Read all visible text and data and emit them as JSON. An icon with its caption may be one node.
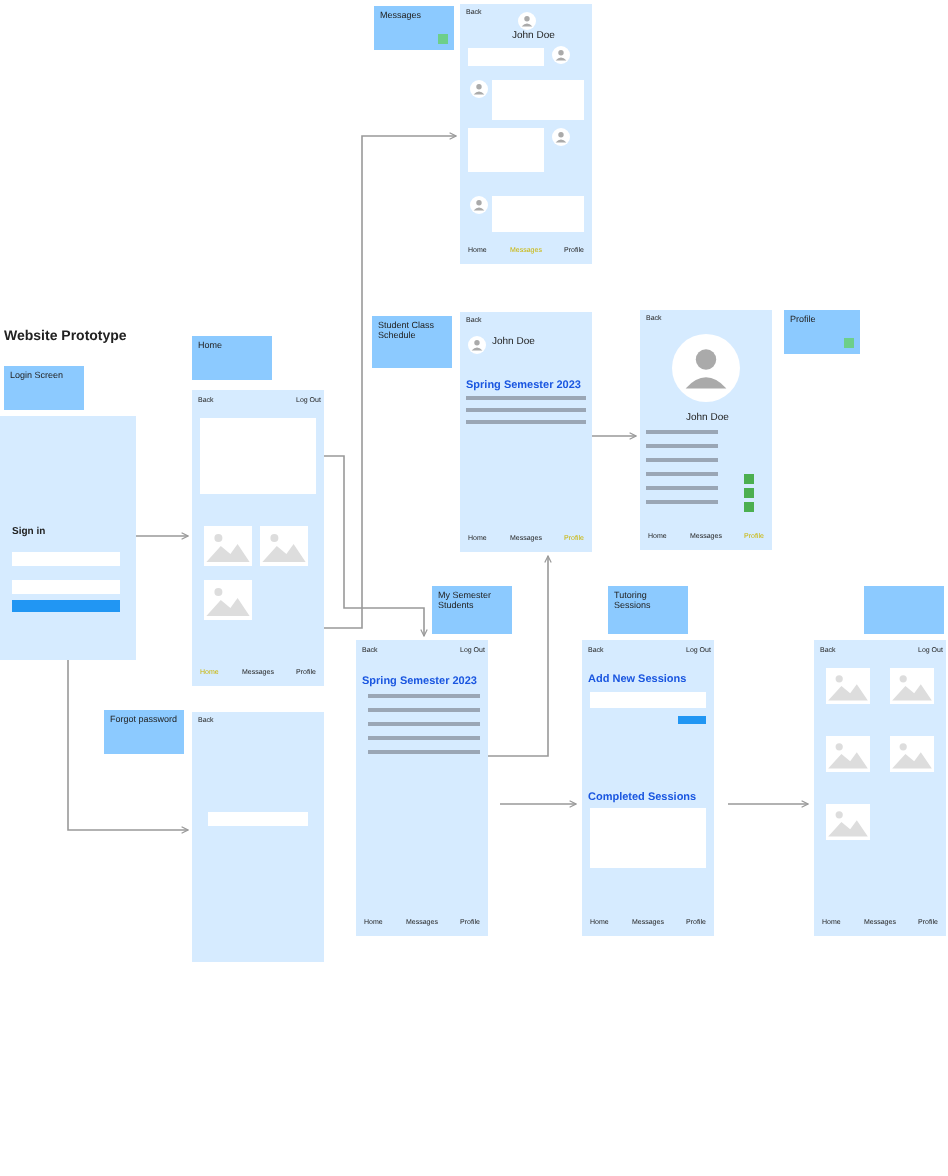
{
  "diagram": {
    "title": "Website Prototype",
    "nodes": [
      {
        "text": [
          "Login Screen"
        ]
      },
      {
        "text": [
          "Sign in"
        ]
      },
      {
        "text": [
          "Home"
        ]
      },
      {
        "text": [
          "Back",
          "Log Out",
          "Home",
          "Messages",
          "Profile"
        ]
      },
      {
        "text": [
          "Messages"
        ]
      },
      {
        "text": [
          "Back",
          "John Doe",
          "Home",
          "Messages",
          "Profile"
        ]
      },
      {
        "text": [
          "Student Class Schedule"
        ]
      },
      {
        "text": [
          "Back",
          "John Doe",
          "Spring Semester 2023",
          "Home",
          "Messages",
          "Profile"
        ]
      },
      {
        "text": [
          "Back",
          "John Doe",
          "Home",
          "Messages",
          "Profile"
        ]
      },
      {
        "text": [
          "Profile"
        ]
      },
      {
        "text": [
          "My Semester Students"
        ]
      },
      {
        "text": [
          "Back",
          "Log Out",
          "Spring Semester 2023",
          "Home",
          "Messages",
          "Profile"
        ]
      },
      {
        "text": [
          "Forgot password"
        ]
      },
      {
        "text": [
          "Back"
        ]
      },
      {
        "text": [
          "Tutoring Sessions"
        ]
      },
      {
        "text": [
          "Back",
          "Log Out",
          "Add New Sessions",
          "Completed Sessions",
          "Home",
          "Messages",
          "Profile"
        ]
      },
      {
        "text": [],
        "shape": "box"
      },
      {
        "text": [
          "Back",
          "Log Out",
          "Home",
          "Messages",
          "Profile"
        ]
      }
    ],
    "edges": [
      {
        "from": 1,
        "to": 3,
        "arrow": "to"
      },
      {
        "from": 1,
        "to": 13,
        "arrow": "to"
      },
      {
        "from": 3,
        "to": 5,
        "arrow": "to"
      },
      {
        "from": 3,
        "to": 11,
        "arrow": "to"
      },
      {
        "from": 11,
        "to": 7,
        "arrow": "to"
      },
      {
        "from": 7,
        "to": 8,
        "arrow": "to"
      },
      {
        "from": 11,
        "to": 15,
        "arrow": "to"
      },
      {
        "from": 15,
        "to": 17,
        "arrow": "to"
      }
    ]
  }
}
